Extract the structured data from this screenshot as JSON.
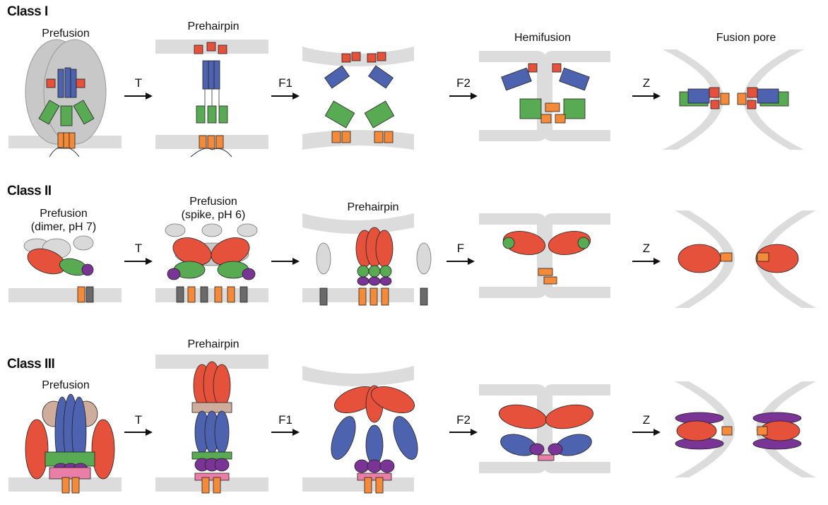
{
  "rows": [
    {
      "title": "Class I",
      "stages": [
        "Prefusion",
        "Prehairpin",
        "",
        "Hemifusion",
        "Fusion pore"
      ],
      "arrows": [
        "T",
        "F1",
        "F2",
        "Z"
      ]
    },
    {
      "title": "Class II",
      "stages": [
        "Prefusion\n(dimer, pH 7)",
        "Prefusion\n(spike, pH 6)",
        "Prehairpin",
        "",
        ""
      ],
      "arrows": [
        "T",
        "",
        "F",
        "Z"
      ]
    },
    {
      "title": "Class III",
      "stages": [
        "Prefusion",
        "Prehairpin",
        "",
        "",
        ""
      ],
      "arrows": [
        "T",
        "F1",
        "F2",
        "Z"
      ]
    }
  ],
  "colors": {
    "membrane": "#dcdcdc",
    "head_gray": "#c8c8c8",
    "blue": "#4d63b0",
    "red": "#e5513a",
    "green": "#59ab53",
    "orange": "#f58a3a",
    "purple": "#7a3496",
    "tan": "#cfad9c",
    "pink": "#e97fa6",
    "dark_gray": "#6a6a6a",
    "light_gray": "#d9d9d9"
  }
}
